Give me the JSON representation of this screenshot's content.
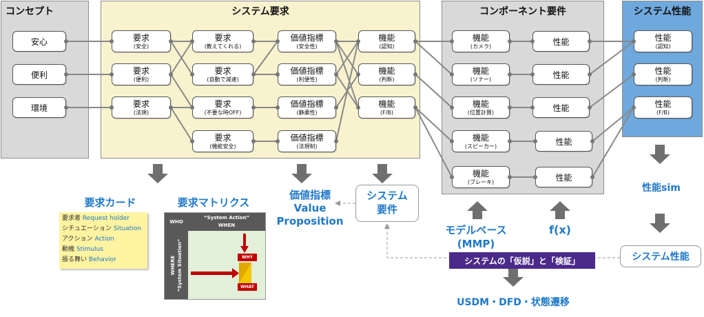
{
  "panels": {
    "concept": {
      "title": "コンセプト"
    },
    "system_requirements": {
      "title": "システム要求"
    },
    "component_requirements": {
      "title": "コンポーネント要件"
    },
    "system_performance": {
      "title": "システム性能"
    }
  },
  "concept_nodes": [
    "安心",
    "便利",
    "環境"
  ],
  "requirement_nodes_col1": [
    {
      "main": "要求",
      "sub": "(安全)"
    },
    {
      "main": "要求",
      "sub": "(便利)"
    },
    {
      "main": "要求",
      "sub": "(法規)"
    }
  ],
  "requirement_nodes_col2": [
    {
      "main": "要求",
      "sub": "(教えてくれる)"
    },
    {
      "main": "要求",
      "sub": "(自動で減速)"
    },
    {
      "main": "要求",
      "sub": "(不要な時OFF)"
    },
    {
      "main": "要求",
      "sub": "(機能安全)"
    }
  ],
  "value_indicators": [
    {
      "main": "価値指標",
      "sub": "(安全性)"
    },
    {
      "main": "価値指標",
      "sub": "(利便性)"
    },
    {
      "main": "価値指標",
      "sub": "(静粛性)"
    },
    {
      "main": "価値指標",
      "sub": "(法規制)"
    }
  ],
  "system_functions": [
    {
      "main": "機能",
      "sub": "(認知)"
    },
    {
      "main": "機能",
      "sub": "(判断)"
    },
    {
      "main": "機能",
      "sub": "(F/B)"
    }
  ],
  "component_functions": [
    {
      "main": "機能",
      "sub": "(カメラ)"
    },
    {
      "main": "機能",
      "sub": "(ソナー)"
    },
    {
      "main": "機能",
      "sub": "(位置計算)"
    },
    {
      "main": "機能",
      "sub": "(スピーカー)"
    },
    {
      "main": "機能",
      "sub": "(ブレーキ)"
    }
  ],
  "component_performance": [
    "性能",
    "性能",
    "性能",
    "性能",
    "性能"
  ],
  "system_performance_nodes": [
    {
      "main": "性能",
      "sub": "(認知)"
    },
    {
      "main": "性能",
      "sub": "(判断)"
    },
    {
      "main": "性能",
      "sub": "(F/B)"
    }
  ],
  "outputs": {
    "requirement_card_title": "要求カード",
    "requirement_card_lines": [
      {
        "jp": "要求者",
        "en": "Request holder"
      },
      {
        "jp": "シチュエーション",
        "en": "Situation"
      },
      {
        "jp": "アクション",
        "en": "Action"
      },
      {
        "jp": "動機",
        "en": "Stimulus"
      },
      {
        "jp": "振る舞い",
        "en": "Behavior"
      }
    ],
    "requirement_matrix_title": "要求マトリクス",
    "matrix": {
      "who": "WHO",
      "when_line1": "“System Action”",
      "when_line2": "WHEN",
      "where_line1": "WHERE",
      "where_line2": "“System Situation”",
      "why": "WHY",
      "what": "WHAT"
    },
    "value_indicator_label_jp": "価値指標",
    "value_indicator_label_en1": "Value",
    "value_indicator_label_en2": "Proposition",
    "system_requirement_box_line1": "システム",
    "system_requirement_box_line2": "要件",
    "model_base_line1": "モデルベース",
    "model_base_line2": "(MMP)",
    "fx": "f(x)",
    "performance_sim": "性能sim",
    "system_performance_box": "システム性能",
    "hypothesis_banner": "システムの「仮説」と「検証」",
    "usdm": "USDM・DFD・状態遷移"
  },
  "colors": {
    "concept_panel": "#d9d9d9",
    "system_req_panel": "#f8f2cf",
    "component_panel": "#d9d9d9",
    "perf_panel": "#6fa8dc",
    "accent_blue": "#1f78c8",
    "banner_purple": "#4b2a8a",
    "arrow_gray": "#6f6f6f",
    "sticky_yellow": "#fdf3a0",
    "matrix_red": "#c00000"
  }
}
